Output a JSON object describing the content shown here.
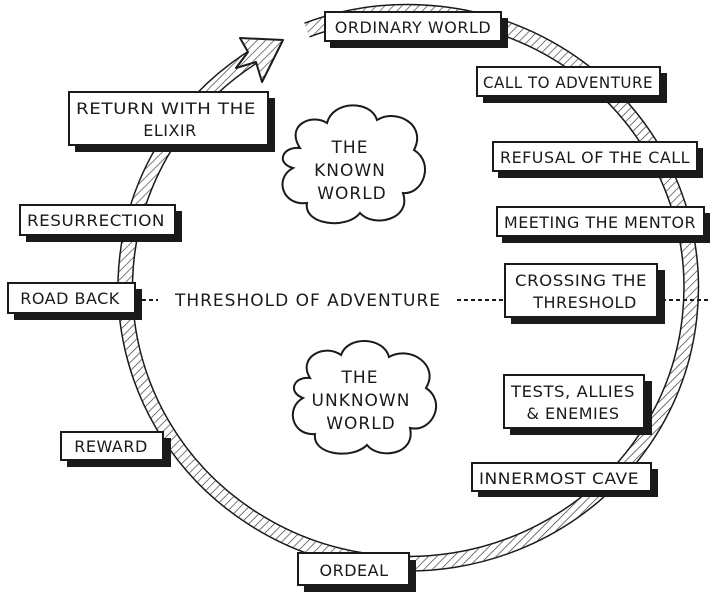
{
  "stages": {
    "ordinary_world": "ORDINARY WORLD",
    "call_to_adventure": "CALL TO ADVENTURE",
    "refusal_of_the_call": "REFUSAL OF THE CALL",
    "meeting_the_mentor": "MEETING THE MENTOR",
    "crossing_the_threshold_1": "CROSSING THE",
    "crossing_the_threshold_2": "THRESHOLD",
    "tests_allies_enemies_1": "TESTS, ALLIES",
    "tests_allies_enemies_2": "& ENEMIES",
    "innermost_cave": "INNERMOST CAVE",
    "ordeal": "ORDEAL",
    "reward": "REWARD",
    "road_back": "ROAD BACK",
    "resurrection": "RESURRECTION",
    "return_with_elixir_1": "RETURN WITH THE",
    "return_with_elixir_2": "ELIXIR"
  },
  "known_world": {
    "line1": "THE",
    "line2": "KNOWN",
    "line3": "WORLD"
  },
  "unknown_world": {
    "line1": "THE",
    "line2": "UNKNOWN",
    "line3": "WORLD"
  },
  "threshold": "THRESHOLD OF ADVENTURE"
}
